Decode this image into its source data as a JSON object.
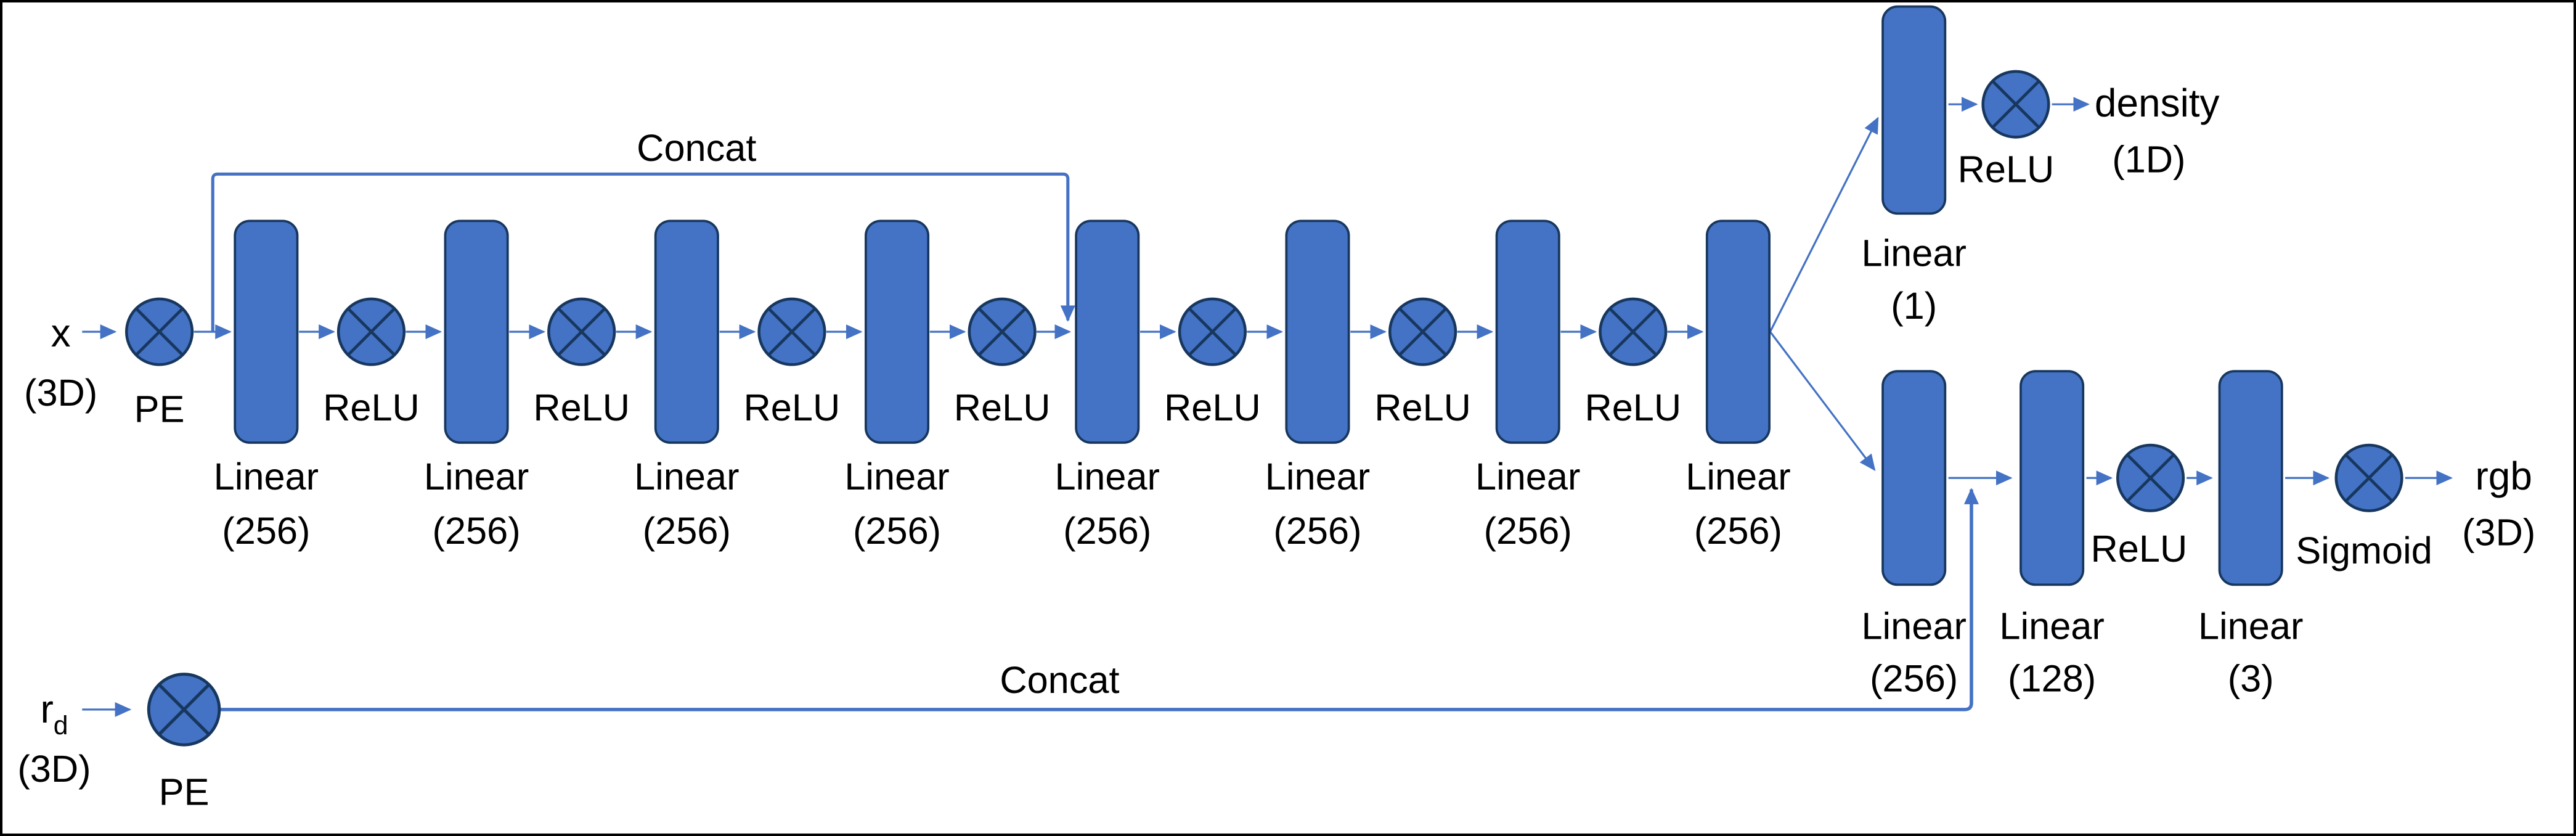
{
  "colors": {
    "fill": "#4472C4",
    "stroke": "#17375E",
    "connector": "#4472C4",
    "text": "#000000",
    "background": "#FFFFFF",
    "frame": "#000000"
  },
  "input_x": {
    "label": "x",
    "dim": "(3D)",
    "pe": "PE"
  },
  "input_rd": {
    "label": "r",
    "sub": "d",
    "dim": "(3D)",
    "pe": "PE"
  },
  "skip_top": {
    "label": "Concat"
  },
  "skip_bottom": {
    "label": "Concat"
  },
  "relu_label": "ReLU",
  "main_layers": [
    {
      "name": "Linear",
      "size": "(256)"
    },
    {
      "name": "Linear",
      "size": "(256)"
    },
    {
      "name": "Linear",
      "size": "(256)"
    },
    {
      "name": "Linear",
      "size": "(256)"
    },
    {
      "name": "Linear",
      "size": "(256)"
    },
    {
      "name": "Linear",
      "size": "(256)"
    },
    {
      "name": "Linear",
      "size": "(256)"
    },
    {
      "name": "Linear",
      "size": "(256)"
    }
  ],
  "density_branch": {
    "layer": "Linear",
    "layer_size": "(1)",
    "activation": "ReLU",
    "output": "density",
    "output_dim": "(1D)"
  },
  "rgb_branch": {
    "layer1": "Linear",
    "layer1_size": "(256)",
    "layer2": "Linear",
    "layer2_size": "(128)",
    "layer3": "Linear",
    "layer3_size": "(3)",
    "activation": "ReLU",
    "final_activation": "Sigmoid",
    "output": "rgb",
    "output_dim": "(3D)"
  }
}
